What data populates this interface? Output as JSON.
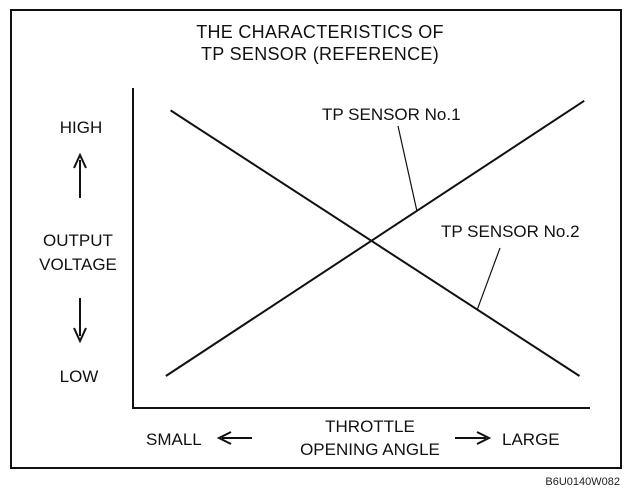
{
  "title": {
    "line1": "THE CHARACTERISTICS OF",
    "line2": "TP SENSOR (REFERENCE)"
  },
  "y_axis": {
    "high": "HIGH",
    "label_line1": "OUTPUT",
    "label_line2": "VOLTAGE",
    "low": "LOW"
  },
  "x_axis": {
    "small": "SMALL",
    "label_line1": "THROTTLE",
    "label_line2": "OPENING ANGLE",
    "large": "LARGE"
  },
  "figure_code": "B6U0140W082",
  "chart_data": {
    "type": "line",
    "title": "THE CHARACTERISTICS OF TP SENSOR (REFERENCE)",
    "xlabel": "THROTTLE OPENING ANGLE",
    "ylabel": "OUTPUT VOLTAGE",
    "x_tick_labels": [
      "SMALL",
      "LARGE"
    ],
    "y_tick_labels": [
      "LOW",
      "HIGH"
    ],
    "xlim": [
      0,
      1
    ],
    "ylim": [
      0,
      1
    ],
    "grid": false,
    "series": [
      {
        "name": "TP SENSOR No.1",
        "x": [
          0.07,
          0.96
        ],
        "y": [
          0.1,
          0.96
        ]
      },
      {
        "name": "TP SENSOR No.2",
        "x": [
          0.08,
          0.95
        ],
        "y": [
          0.93,
          0.1
        ]
      }
    ],
    "colors": {
      "line": "#111111",
      "background": "#ffffff"
    }
  }
}
